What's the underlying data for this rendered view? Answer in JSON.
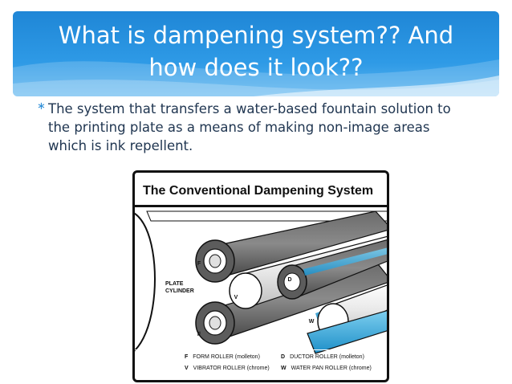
{
  "slide": {
    "title_line1": "What is dampening system?? And",
    "title_line2": "how does it look??",
    "bullet_marker": "∗",
    "bullet_text": "The system that transfers a water-based fountain solution to the printing plate as a means of making non-image areas which is ink repellent.",
    "colors": {
      "header_blue": "#1f86d6",
      "bullet_text": "#1f3550",
      "water_blue": "#2ea3d9"
    }
  },
  "figure": {
    "title": "The Conventional Dampening System",
    "plate_label_line1": "PLATE",
    "plate_label_line2": "CYLINDER",
    "roller_letters": {
      "form_upper": "F",
      "form_lower": "F",
      "vibrator": "V",
      "ductor": "D",
      "water_pan": "W"
    },
    "legend": [
      {
        "code": "F",
        "text": "FORM ROLLER  (molleton)"
      },
      {
        "code": "D",
        "text": "DUCTOR ROLLER  (molleton)"
      },
      {
        "code": "V",
        "text": "VIBRATOR ROLLER (chrome)"
      },
      {
        "code": "W",
        "text": "WATER PAN ROLLER  (chrome)"
      }
    ]
  }
}
